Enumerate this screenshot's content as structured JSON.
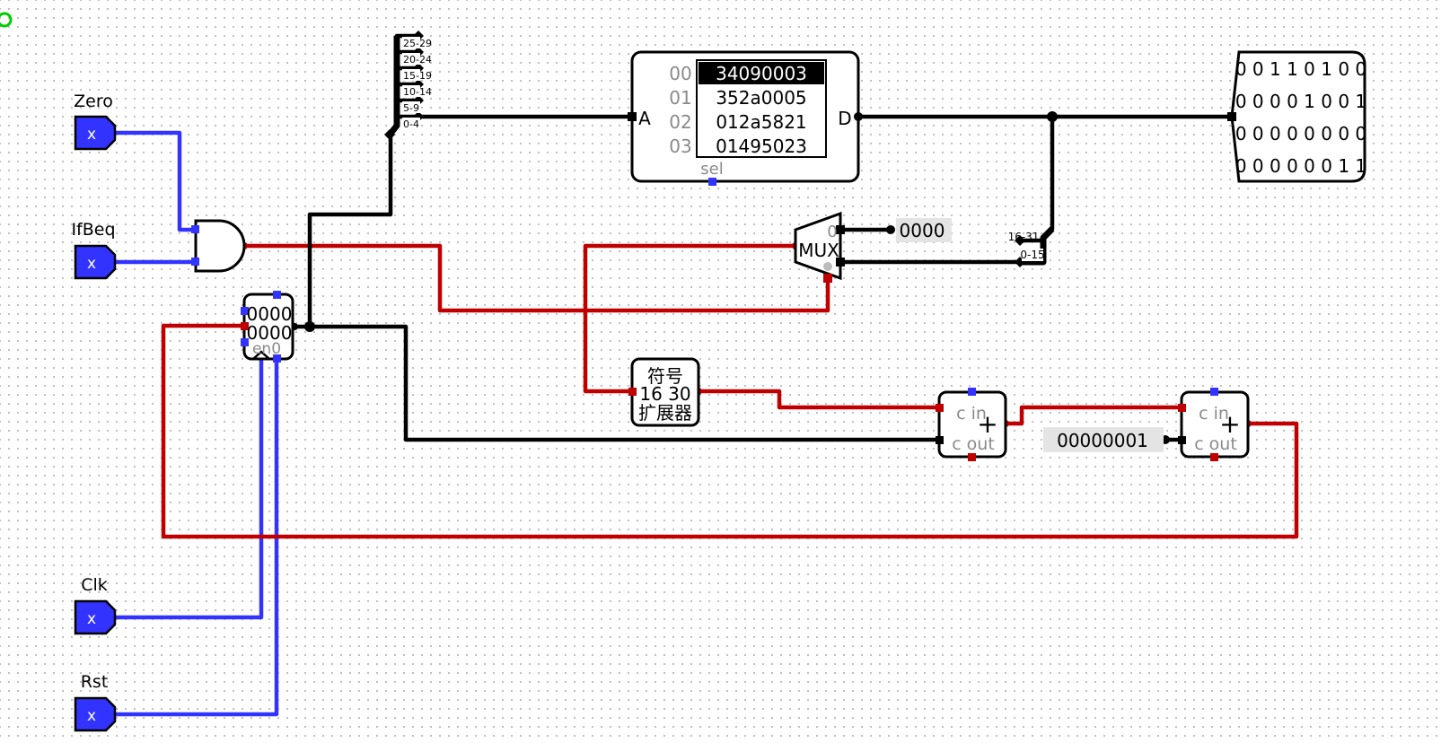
{
  "inputs": {
    "zero": {
      "label": "Zero",
      "value": "x"
    },
    "ifbeq": {
      "label": "IfBeq",
      "value": "x"
    },
    "clk": {
      "label": "Clk",
      "value": "x"
    },
    "rst": {
      "label": "Rst",
      "value": "x"
    }
  },
  "splitter": {
    "ranges": [
      "25-29",
      "20-24",
      "15-19",
      "10-14",
      "5-9",
      "0-4"
    ]
  },
  "rom": {
    "port_a": "A",
    "port_d": "D",
    "sel": "sel",
    "addresses": [
      "00",
      "01",
      "02",
      "03"
    ],
    "words": [
      "34090003",
      "352a0005",
      "012a5821",
      "01495023"
    ]
  },
  "display": {
    "rows": [
      "0 0 1 1 0 1 0 0",
      "0 0 0 0 1 0 0 1",
      "0 0 0 0 0 0 0 0",
      "0 0 0 0 0 0 1 1"
    ]
  },
  "mux": {
    "label": "MUX",
    "input0": "0",
    "const": "0000"
  },
  "splitter2": {
    "ranges": [
      "16-31",
      "0-15"
    ]
  },
  "register": {
    "line1": "0000",
    "line2": "0000",
    "enable": "en0"
  },
  "extender": {
    "line1": "符号",
    "line2": "16 30",
    "line3": "扩展器"
  },
  "adder1": {
    "cin": "c in",
    "cout": "c out",
    "op": "+"
  },
  "adder2": {
    "cin": "c in",
    "cout": "c out",
    "op": "+"
  },
  "constant_one": "00000001",
  "colors": {
    "blue": "#3333ff",
    "red": "#c00000",
    "black": "#000000",
    "pin_fill": "#3333ff",
    "start_marker": "#00cc00"
  }
}
